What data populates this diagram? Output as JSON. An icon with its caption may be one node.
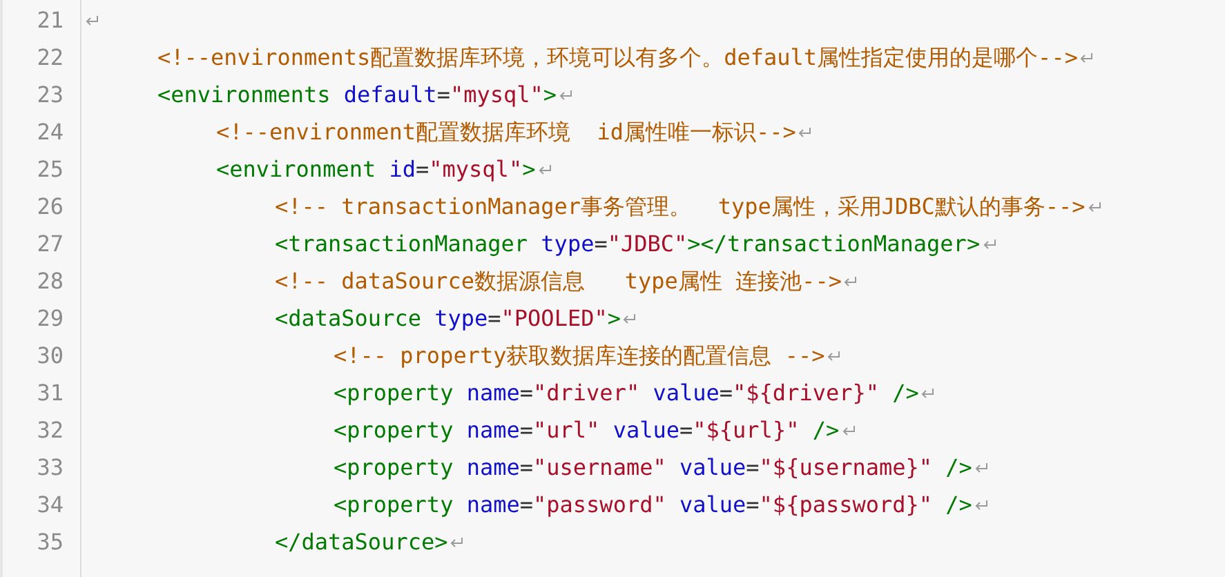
{
  "diagram": {
    "labels": [
      "21",
      "22",
      "<!--environments配置数据库环境，环境可以有多个。default属性指定使用的是哪个-->",
      "23",
      "<environments default=\"mysql\">",
      "24",
      "<!--environment配置数据库环境  id属性唯一标识-->",
      "25",
      "<environment id=\"mysql\">",
      "26",
      "<!-- transactionManager事务管理。  type属性，采用JDBC默认的事务-->",
      "27",
      "<transactionManager type=\"JDBC\"></transactionManager>",
      "28",
      "<!-- dataSource数据源信息   type属性 连接池-->",
      "29",
      "<dataSource type=\"POOLED\">",
      "30",
      "<!-- property获取数据库连接的配置信息 -->",
      "31",
      "<property name=\"driver\" value=\"${driver}\" />",
      "32",
      "<property name=\"url\" value=\"${url}\" />",
      "33",
      "<property name=\"username\" value=\"${username}\" />",
      "34",
      "<property name=\"password\" value=\"${password}\" />",
      "35",
      "</dataSource>"
    ]
  }
}
